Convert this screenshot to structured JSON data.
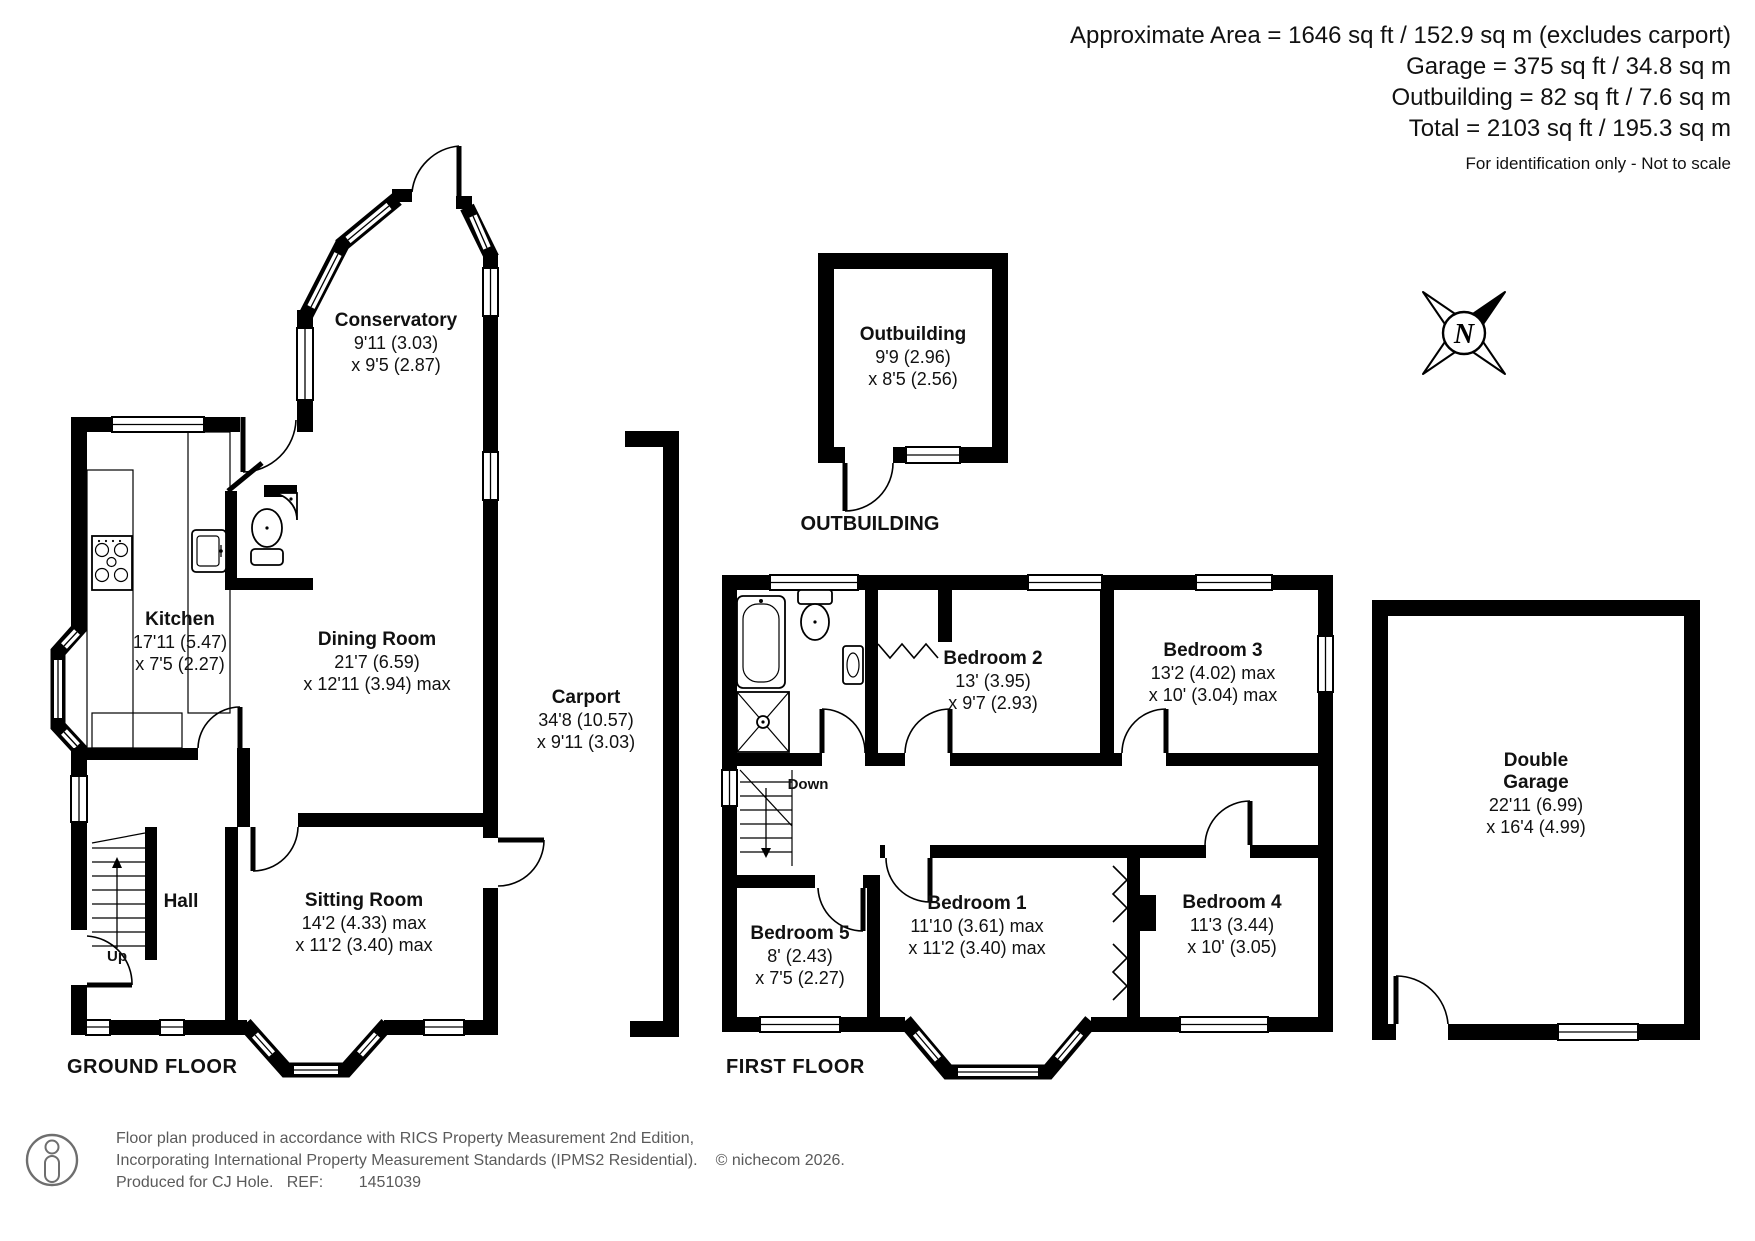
{
  "header": {
    "line1": "Approximate Area = 1646 sq ft / 152.9 sq m (excludes carport)",
    "line2": "Garage = 375 sq ft / 34.8 sq m",
    "line3": "Outbuilding = 82 sq ft / 7.6 sq m",
    "line4": "Total = 2103 sq ft / 195.3 sq m",
    "note": "For identification only - Not to scale"
  },
  "captions": {
    "ground": "GROUND FLOOR",
    "first": "FIRST FLOOR",
    "outbuilding": "OUTBUILDING"
  },
  "rooms": {
    "conservatory": {
      "name": "Conservatory",
      "dim1": "9'11 (3.03)",
      "dim2": "x 9'5 (2.87)"
    },
    "kitchen": {
      "name": "Kitchen",
      "dim1": "17'11 (5.47)",
      "dim2": "x 7'5 (2.27)"
    },
    "dining": {
      "name": "Dining Room",
      "dim1": "21'7 (6.59)",
      "dim2": "x 12'11 (3.94) max"
    },
    "hall": {
      "name": "Hall"
    },
    "sitting": {
      "name": "Sitting Room",
      "dim1": "14'2 (4.33) max",
      "dim2": "x 11'2 (3.40) max"
    },
    "carport": {
      "name": "Carport",
      "dim1": "34'8 (10.57)",
      "dim2": "x 9'11 (3.03)"
    },
    "outbuilding": {
      "name": "Outbuilding",
      "dim1": "9'9 (2.96)",
      "dim2": "x 8'5 (2.56)"
    },
    "bedroom1": {
      "name": "Bedroom 1",
      "dim1": "11'10 (3.61) max",
      "dim2": "x 11'2 (3.40) max"
    },
    "bedroom2": {
      "name": "Bedroom 2",
      "dim1": "13' (3.95)",
      "dim2": "x 9'7 (2.93)"
    },
    "bedroom3": {
      "name": "Bedroom 3",
      "dim1": "13'2 (4.02) max",
      "dim2": "x 10' (3.04) max"
    },
    "bedroom4": {
      "name": "Bedroom 4",
      "dim1": "11'3 (3.44)",
      "dim2": "x 10' (3.05)"
    },
    "bedroom5": {
      "name": "Bedroom 5",
      "dim1": "8' (2.43)",
      "dim2": "x 7'5 (2.27)"
    },
    "garage": {
      "name": "Double\nGarage",
      "dim1": "22'11 (6.99)",
      "dim2": "x 16'4 (4.99)"
    }
  },
  "stairs": {
    "up": "Up",
    "down": "Down"
  },
  "compass": {
    "north": "N"
  },
  "footer": {
    "line1": "Floor plan produced in accordance with RICS Property Measurement 2nd Edition,",
    "line2": "Incorporating International Property Measurement Standards (IPMS2 Residential).",
    "copyright": "© nichecom 2026.",
    "line3": "Produced for CJ Hole.   REF:        1451039"
  }
}
